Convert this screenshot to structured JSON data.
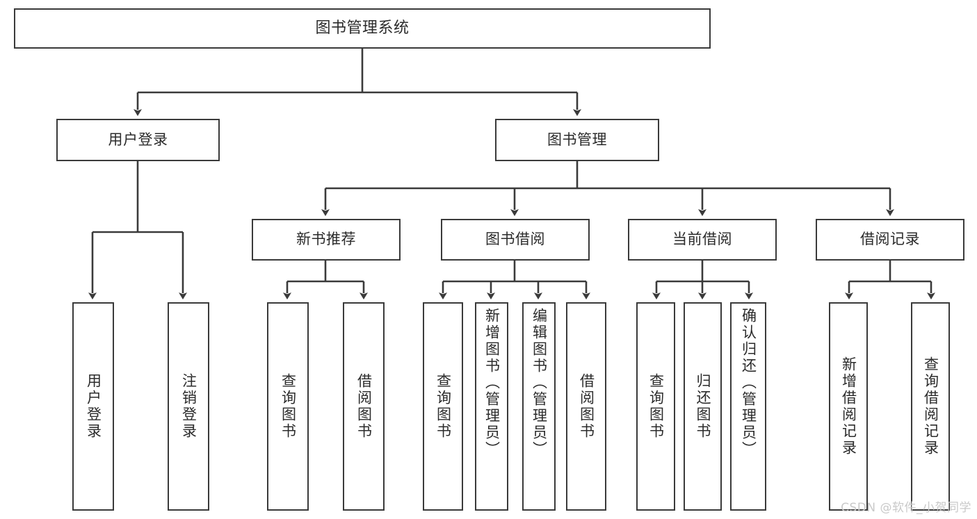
{
  "diagram": {
    "title": "图书管理系统",
    "type": "hierarchy-tree",
    "root": {
      "label": "图书管理系统"
    },
    "level2": [
      {
        "label": "用户登录"
      },
      {
        "label": "图书管理"
      }
    ],
    "level3": [
      {
        "label": "新书推荐"
      },
      {
        "label": "图书借阅"
      },
      {
        "label": "当前借阅"
      },
      {
        "label": "借阅记录"
      }
    ],
    "leaves": {
      "user_login": [
        {
          "label": "用户登录"
        },
        {
          "label": "注销登录"
        }
      ],
      "new_book_recommend": [
        {
          "label": "查询图书"
        },
        {
          "label": "借阅图书"
        }
      ],
      "book_borrow": [
        {
          "label": "查询图书"
        },
        {
          "label": "新增图书（管理员）"
        },
        {
          "label": "编辑图书（管理员）"
        },
        {
          "label": "借阅图书"
        }
      ],
      "current_borrow": [
        {
          "label": "查询图书"
        },
        {
          "label": "归还图书"
        },
        {
          "label": "确认归还（管理员）"
        }
      ],
      "borrow_record": [
        {
          "label": "新增借阅记录"
        },
        {
          "label": "查询借阅记录"
        }
      ]
    }
  },
  "watermark": {
    "text": "CSDN @软件_小贺同学"
  },
  "colors": {
    "box_border": "#3a3a3a",
    "text": "#2b2b2b",
    "background": "#ffffff",
    "watermark": "#c9c9c9"
  }
}
